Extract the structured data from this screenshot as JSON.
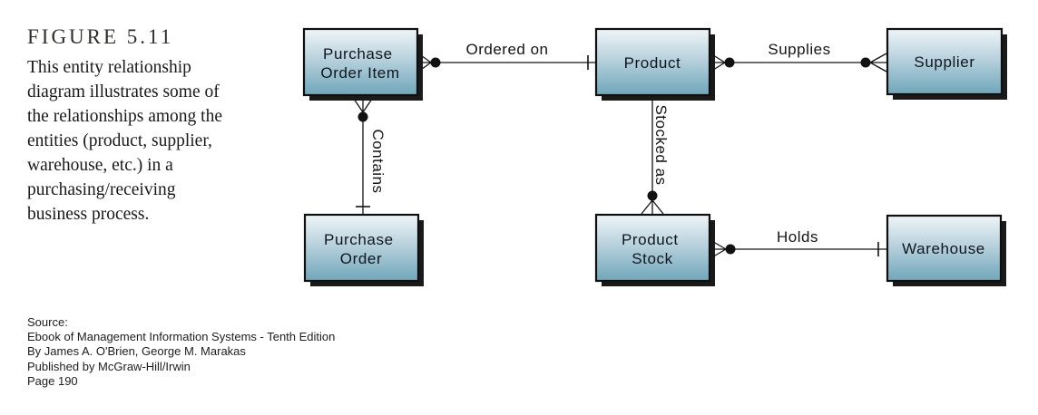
{
  "figure": {
    "title": "FIGURE 5.11",
    "caption_lines": [
      "This entity relationship",
      "diagram illustrates some of",
      "the relationships among the",
      "entities (product, supplier,",
      "warehouse, etc.) in a",
      "purchasing/receiving",
      "business process."
    ]
  },
  "diagram": {
    "entities": {
      "purchase_order_item": {
        "line1": "Purchase",
        "line2": "Order Item"
      },
      "product": {
        "label": "Product"
      },
      "supplier": {
        "label": "Supplier"
      },
      "purchase_order": {
        "line1": "Purchase",
        "line2": "Order"
      },
      "product_stock": {
        "line1": "Product",
        "line2": "Stock"
      },
      "warehouse": {
        "label": "Warehouse"
      }
    },
    "relationships": {
      "ordered_on": "Ordered on",
      "supplies": "Supplies",
      "contains": "Contains",
      "stocked_as": "Stocked as",
      "holds": "Holds"
    },
    "colors": {
      "box_gradient_top": "#eff5f8",
      "box_gradient_mid": "#b9d2dd",
      "box_gradient_bottom": "#6fa6ba",
      "box_border": "#0f0f0f",
      "box_shadow": "#1a1a1a",
      "line": "#141414"
    }
  },
  "source": {
    "lines": [
      "Source:",
      "Ebook of Management Information Systems - Tenth Edition",
      "By James A. O'Brien, George M. Marakas",
      "Published by McGraw-Hill/Irwin",
      "Page 190"
    ]
  }
}
